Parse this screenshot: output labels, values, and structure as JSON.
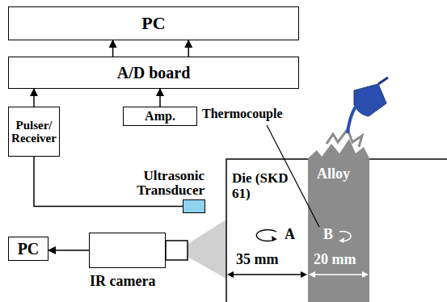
{
  "diagram": {
    "nodes": [
      {
        "text": [
          "PC"
        ]
      },
      {
        "text": [
          "A/D board"
        ]
      },
      {
        "text": [
          "Pulser/ Receiver"
        ]
      },
      {
        "text": [
          "Amp."
        ]
      },
      {
        "text": [
          "PC"
        ]
      },
      {
        "text": [
          "IR camera"
        ]
      },
      {
        "text": [
          "Ultrasonic Transducer"
        ]
      }
    ],
    "edges": [
      {
        "from": 1,
        "to": 0,
        "arrow": "to"
      },
      {
        "from": 1,
        "to": 0,
        "arrow": "to"
      },
      {
        "from": 2,
        "to": 1,
        "arrow": "to"
      },
      {
        "from": 3,
        "to": 1,
        "arrow": "to"
      },
      {
        "from": 2,
        "to": 6,
        "arrow": "none"
      },
      {
        "from": 5,
        "to": 4,
        "arrow": "to"
      }
    ],
    "labels": [
      "Thermocouple",
      "Die (SKD 61)",
      "Alloy",
      "A",
      "B",
      "35 mm",
      "20 mm"
    ]
  }
}
